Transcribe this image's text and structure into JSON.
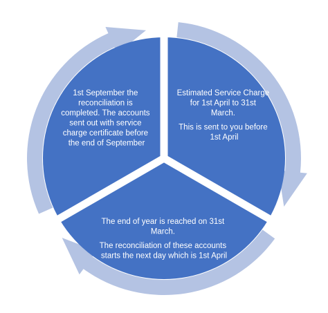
{
  "diagram": {
    "type": "cycle",
    "colors": {
      "segment_fill": "#4472c4",
      "arrow_fill": "#b4c3e3",
      "divider": "#ffffff",
      "text": "#ffffff"
    },
    "segments": [
      {
        "id": "top-right",
        "lines": [
          "Estimated Service Charge",
          "for 1st April to 31st",
          "March.",
          "",
          "This is  sent to you before",
          "1st April"
        ]
      },
      {
        "id": "bottom",
        "lines": [
          "The end of year is reached on 31st",
          "March.",
          "",
          "The reconciliation of these accounts",
          "starts the next day which is 1st April"
        ]
      },
      {
        "id": "top-left",
        "lines": [
          "1st September the",
          "reconciliation is",
          "completed. The accounts",
          "sent out with service",
          "charge certificate  before",
          "the end of September"
        ]
      }
    ]
  }
}
